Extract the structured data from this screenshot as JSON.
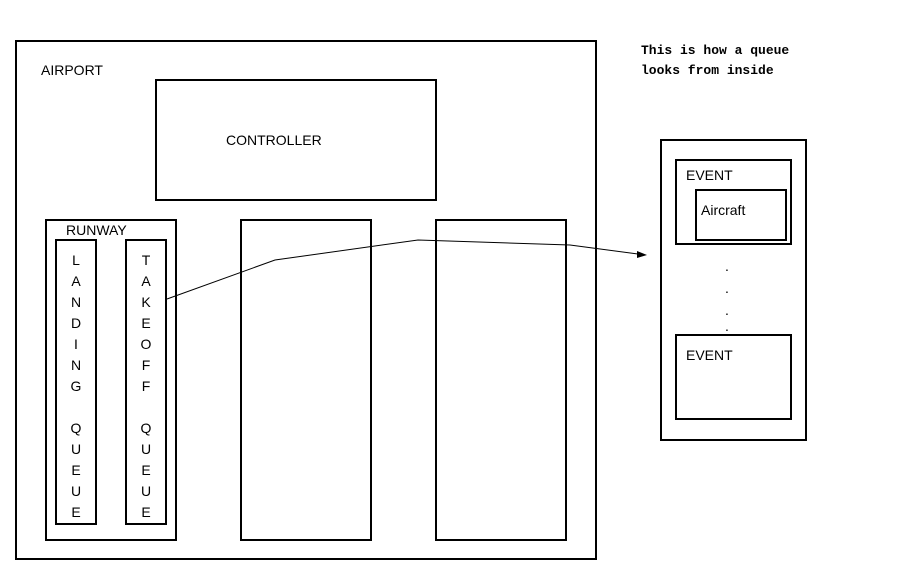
{
  "airport_label": "AIRPORT",
  "controller_label": "CONTROLLER",
  "runway_label": "RUNWAY",
  "landing_queue_letters": [
    "L",
    "A",
    "N",
    "D",
    "I",
    "N",
    "G",
    "",
    "Q",
    "U",
    "E",
    "U",
    "E"
  ],
  "takeoff_queue_letters": [
    "T",
    "A",
    "K",
    "E",
    "O",
    "F",
    "F",
    "",
    "Q",
    "U",
    "E",
    "U",
    "E"
  ],
  "note": [
    "This is how a queue",
    "looks from inside"
  ],
  "queue_detail": {
    "event_top_label": "EVENT",
    "aircraft_label": "Aircraft",
    "ellipsis": ".",
    "event_bottom_label": "EVENT"
  }
}
